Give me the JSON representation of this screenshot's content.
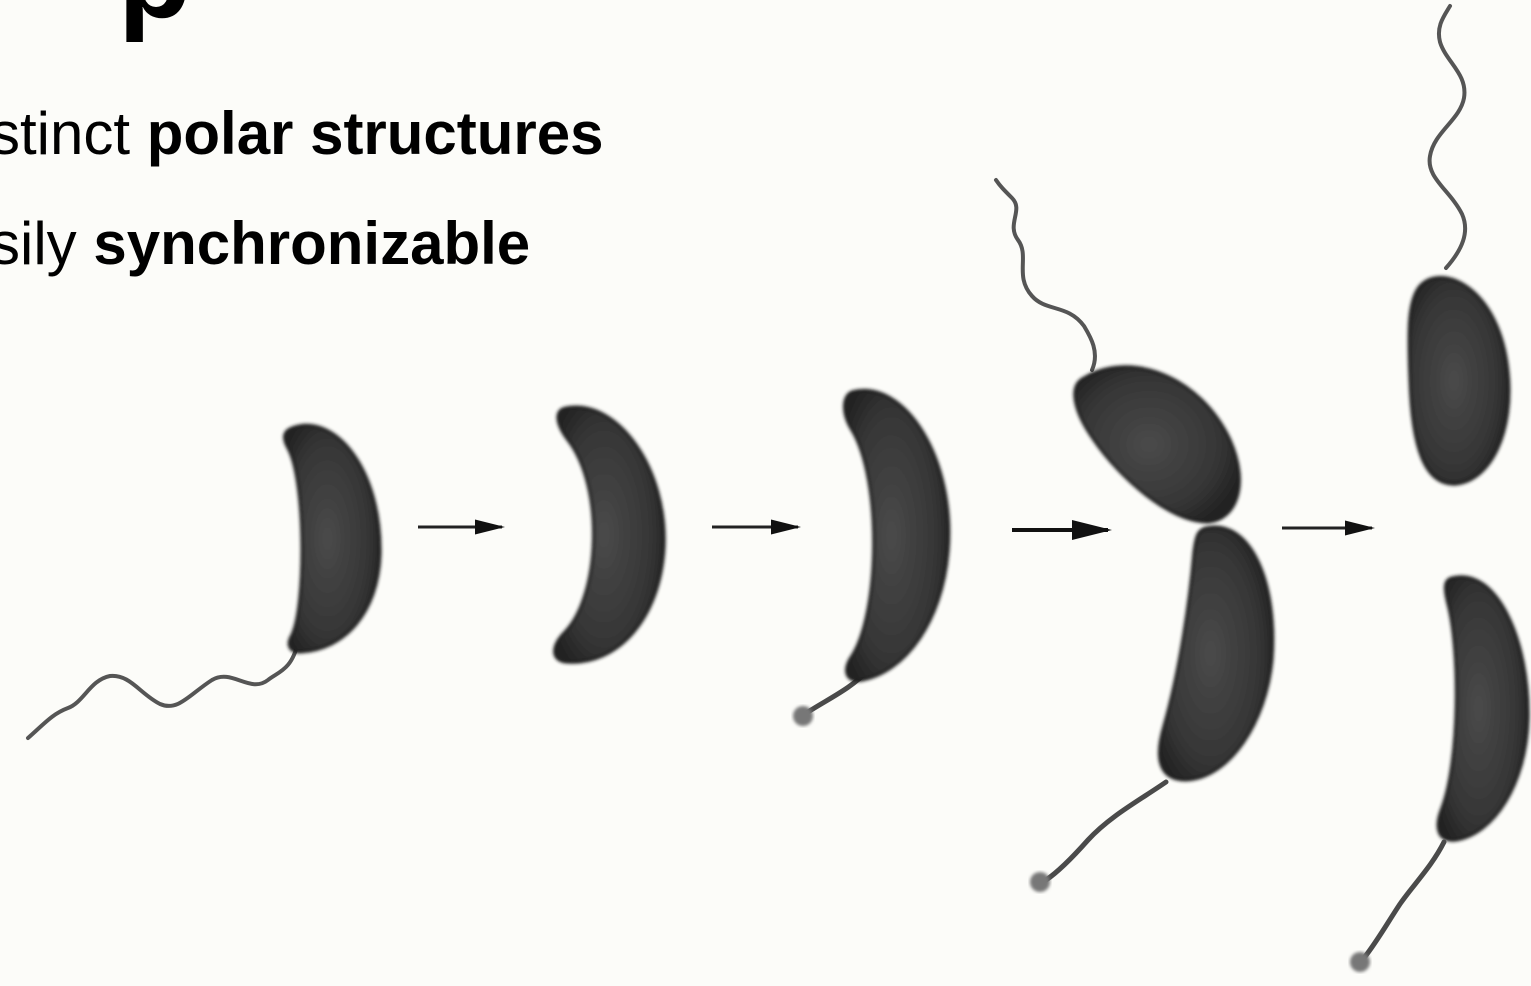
{
  "slide": {
    "title_fragment": "p",
    "bullets": [
      {
        "plain": "stinct ",
        "bold": "polar structures"
      },
      {
        "plain": "sily ",
        "bold": "synchronizable"
      }
    ]
  },
  "diagram": {
    "stages": [
      {
        "name": "swarmer-cell",
        "flagellum": true,
        "stalk": false
      },
      {
        "name": "cell-no-appendages",
        "flagellum": false,
        "stalk": false
      },
      {
        "name": "stalked-cell",
        "flagellum": false,
        "stalk": true
      },
      {
        "name": "predivisional-cell",
        "flagellum": true,
        "stalk": true
      },
      {
        "name": "daughter-cells",
        "flagellum": true,
        "stalk": true
      }
    ],
    "arrow_count": 4,
    "colors": {
      "cell_fill": "#3a3a3a",
      "cell_edge": "#1e1e1e",
      "appendage": "#4a4a4a",
      "arrow": "#111111",
      "background": "#fcfcf9"
    }
  }
}
